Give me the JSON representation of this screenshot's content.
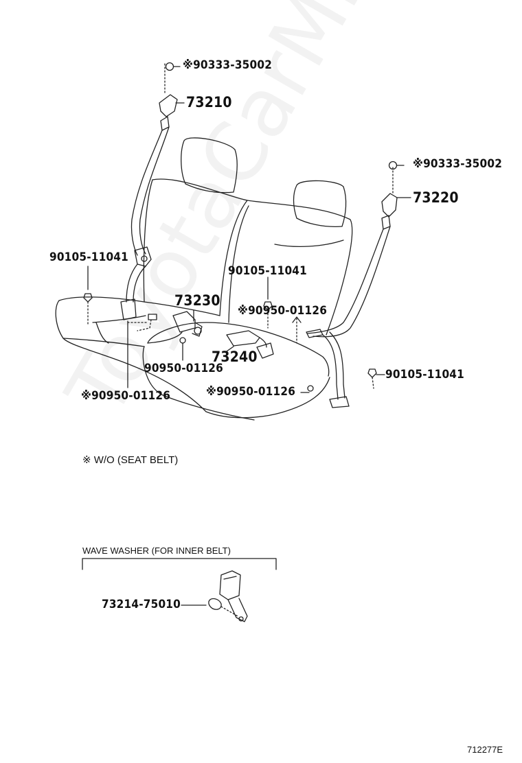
{
  "watermark": "ToyotaCarMine.ru",
  "note": "※ W/O (SEAT BELT)",
  "callouts": {
    "bolt_cap_left": "※90333-35002",
    "belt_left": "73210",
    "bolt_cap_right": "※90333-35002",
    "belt_right": "73220",
    "bolt_left": "90105-11041",
    "bolt_center": "90105-11041",
    "buckle_a": "73230",
    "washer_center": "※90950-01126",
    "buckle_b": "73240",
    "washer_mid": "90950-01126",
    "washer_left": "※90950-01126",
    "washer_right": "※90950-01126",
    "bolt_right": "90105-11041"
  },
  "inset": {
    "title": "WAVE WASHER (FOR INNER BELT)",
    "part": "73214-75010"
  },
  "figure_id": "712277E"
}
